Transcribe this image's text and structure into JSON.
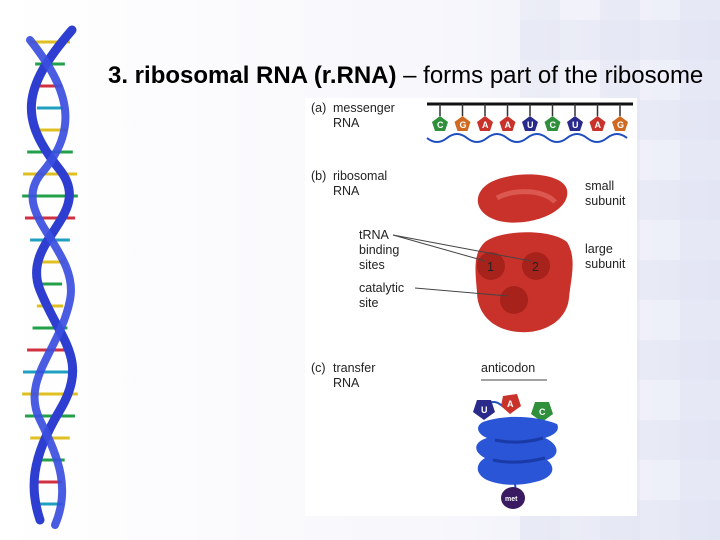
{
  "slide": {
    "title_bold": "3.  ribosomal RNA (r.RNA)",
    "title_rest": " – forms part of the ribosome"
  },
  "figure": {
    "panel_a": {
      "letter": "(a)",
      "line1": "messenger",
      "line2": "RNA"
    },
    "mrna_bases": [
      "C",
      "G",
      "A",
      "A",
      "U",
      "C",
      "U",
      "A",
      "G"
    ],
    "panel_b": {
      "letter": "(b)",
      "line1": "ribosomal",
      "line2": "RNA"
    },
    "small_subunit": {
      "line1": "small",
      "line2": "subunit"
    },
    "large_subunit": {
      "line1": "large",
      "line2": "subunit"
    },
    "trna_sites": {
      "line1": "tRNA",
      "line2": "binding",
      "line3": "sites"
    },
    "catalytic_site": {
      "line1": "catalytic",
      "line2": "site"
    },
    "site_numbers": [
      "1",
      "2"
    ],
    "panel_c": {
      "letter": "(c)",
      "line1": "transfer",
      "line2": "RNA"
    },
    "anticodon_label": "anticodon",
    "anticodon_bases": [
      "U",
      "A",
      "C"
    ],
    "amino_acid": "met"
  },
  "colors": {
    "dna_backbone": "#2e3ed0",
    "ribosome_red": "#c8322a",
    "trna_blue": "#2a55d6",
    "mrna_line": "#1f4fbf"
  }
}
